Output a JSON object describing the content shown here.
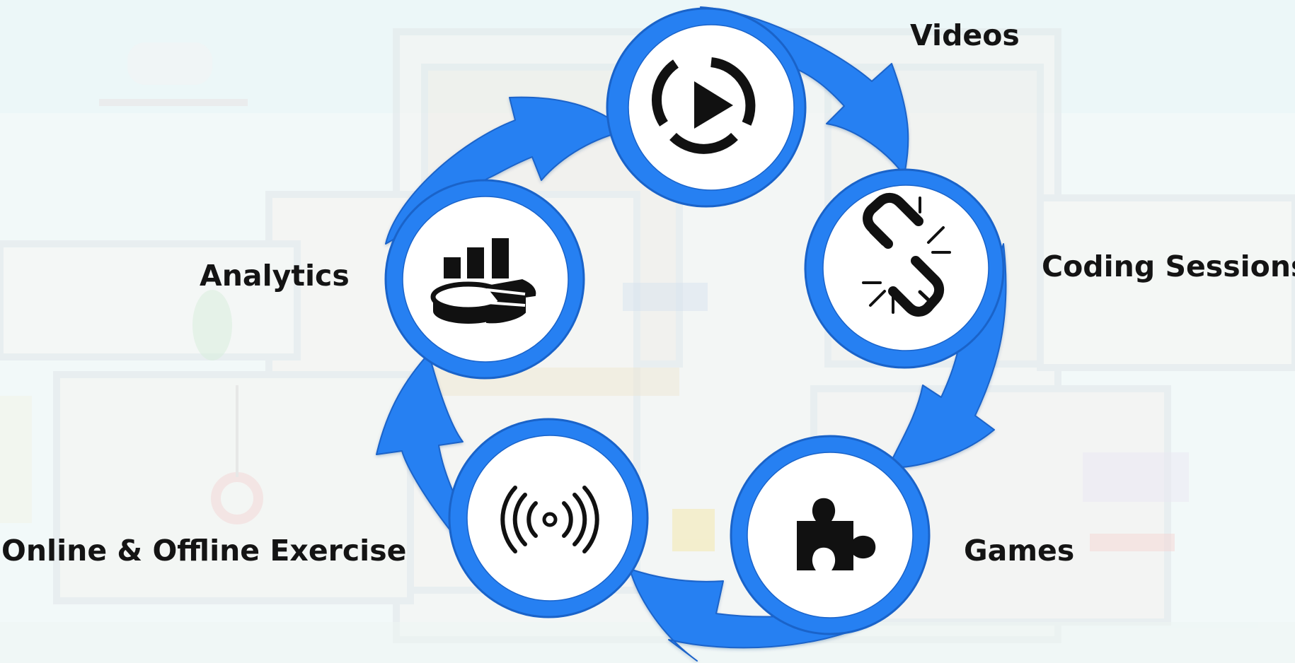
{
  "diagram": {
    "nodes": [
      {
        "id": "videos",
        "label": "Videos",
        "icon": "play-button-icon"
      },
      {
        "id": "coding",
        "label": "Coding Sessions",
        "icon": "broken-chain-link-icon"
      },
      {
        "id": "games",
        "label": "Games",
        "icon": "puzzle-piece-icon"
      },
      {
        "id": "exercise",
        "label": "Online & Offline Exercise",
        "icon": "broadcast-signal-icon"
      },
      {
        "id": "analytics",
        "label": "Analytics",
        "icon": "bar-pie-chart-icon"
      }
    ],
    "flow": [
      "videos",
      "coding",
      "games",
      "exercise",
      "analytics",
      "videos"
    ],
    "colors": {
      "arrow": "#2680f2",
      "arrow_outline": "#1a63c9",
      "node_fill": "#ffffff",
      "icon": "#111111",
      "label": "#141414",
      "background": "#eef7f7"
    }
  }
}
